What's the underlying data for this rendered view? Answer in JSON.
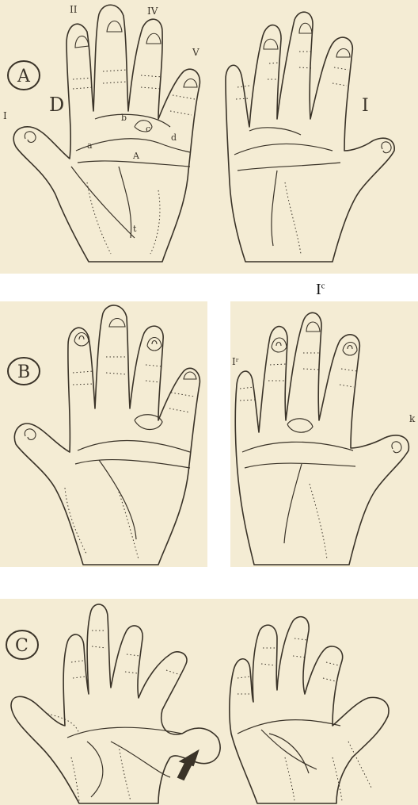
{
  "panels": [
    {
      "id": "A",
      "label": "A",
      "left_hand_marker": "D",
      "right_hand_marker": "I",
      "finger_numerals": [
        "I",
        "II",
        "IV",
        "V"
      ],
      "line_letters": [
        "a",
        "b",
        "c",
        "d",
        "A",
        "t"
      ]
    },
    {
      "id": "B",
      "label": "B",
      "right_hand_markers": [
        "Iʳ",
        "k"
      ]
    },
    {
      "id": "C",
      "label": "C"
    }
  ],
  "between_label": {
    "main": "I",
    "sup": "c"
  },
  "colors": {
    "paper": "#f4ecd4",
    "ink": "#3a3328",
    "background": "#ffffff"
  }
}
